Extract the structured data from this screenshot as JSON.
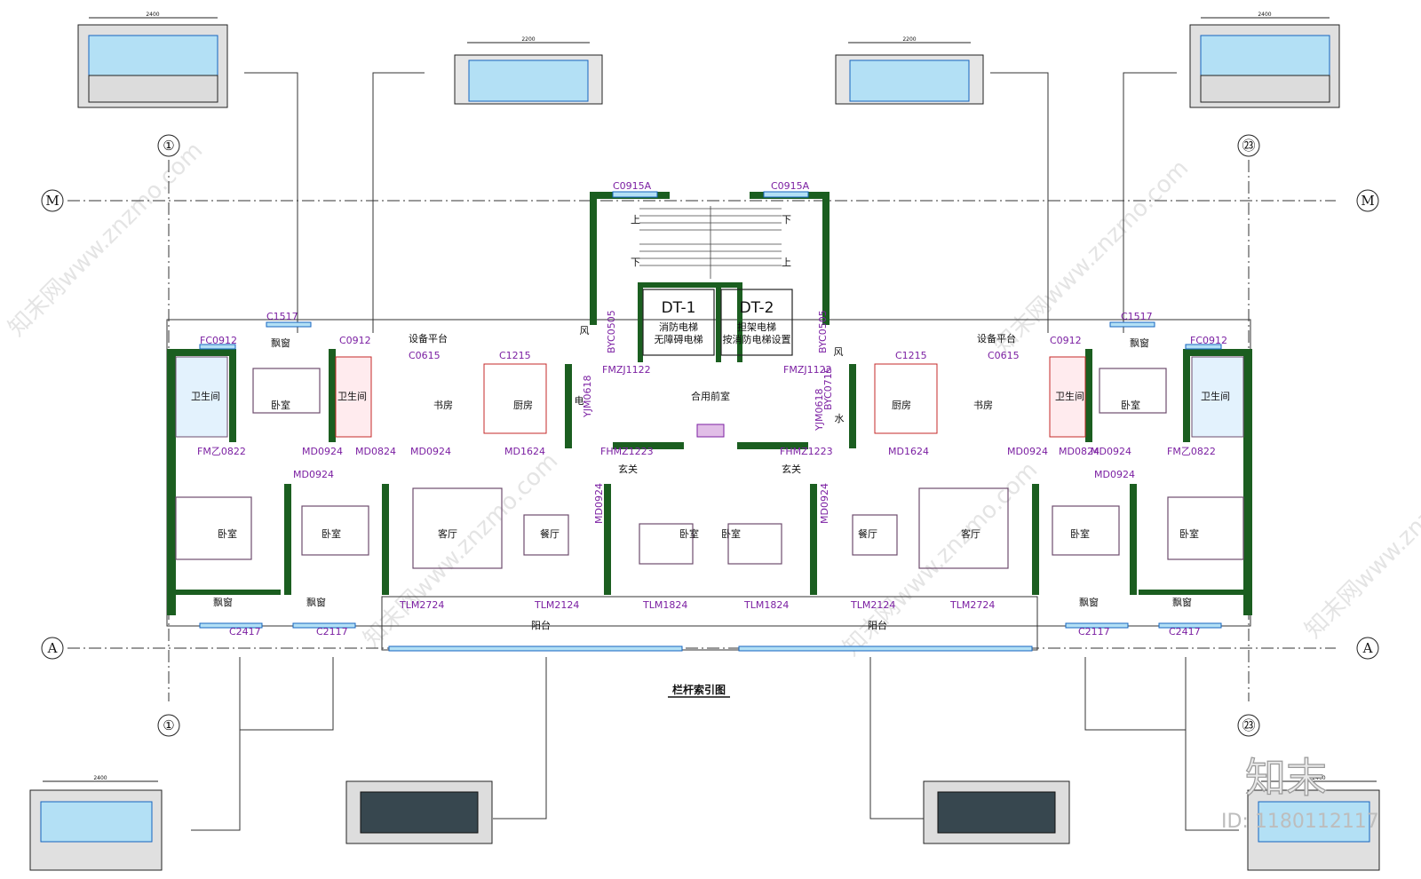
{
  "axes": {
    "left_top": "①",
    "right_top": "㉓",
    "row_top": "M",
    "row_bottom": "A",
    "left_bottom": "①",
    "right_bottom": "㉓"
  },
  "title": "栏杆索引图",
  "detail_dims": {
    "top_left_w": "2400",
    "top_mid_left_w": "2200",
    "top_mid_right_w": "2200",
    "top_right_w": "2400",
    "bottom_left_w": "2400",
    "bottom_right_w": "2400"
  },
  "core": {
    "windows": [
      "C0915A",
      "C0915A"
    ],
    "stair_up": "上",
    "stair_down": "下",
    "elev1_code": "DT-1",
    "elev1_line1": "消防电梯",
    "elev1_line2": "无障碍电梯",
    "elev2_code": "DT-2",
    "elev2_line1": "担架电梯",
    "elev2_line2": "按消防电梯设置",
    "lobby": "合用前室",
    "doors": [
      "FMZJ1122",
      "FMZJ1122",
      "FHMZ1223",
      "FHMZ1223"
    ],
    "shaft_codes": [
      "BYC0505",
      "BYC0505",
      "YJM0618",
      "YJM0618",
      "BYC0715"
    ],
    "elec": "电",
    "water": "水",
    "wind": "风",
    "wind2": "风"
  },
  "rooms": {
    "bay_window": "飘窗",
    "bedroom": "卧室",
    "bathroom": "卫生间",
    "study": "书房",
    "kitchen": "厨房",
    "equip": "设备平台",
    "living": "客厅",
    "dining": "餐厅",
    "entry": "玄关",
    "balcony": "阳台"
  },
  "openings": {
    "c1517": "C1517",
    "fc0912": "FC0912",
    "c0912": "C0912",
    "c0615": "C0615",
    "c1215": "C1215",
    "fm0822": "FM乙0822",
    "md0924": "MD0924",
    "md0824": "MD0824",
    "md1624": "MD1624",
    "tlm2724": "TLM2724",
    "tlm2124": "TLM2124",
    "tlm1824": "TLM1824",
    "c2417": "C2417",
    "c2117": "C2117"
  },
  "brand": "知末",
  "id_text": "ID: 1180112117",
  "watermark": "知末网www.znzmo.com",
  "colors": {
    "wall": "#1b5e20",
    "label": "#7b1fa2",
    "glass": "#b3e0f5",
    "fixture_red": "#c62828"
  }
}
